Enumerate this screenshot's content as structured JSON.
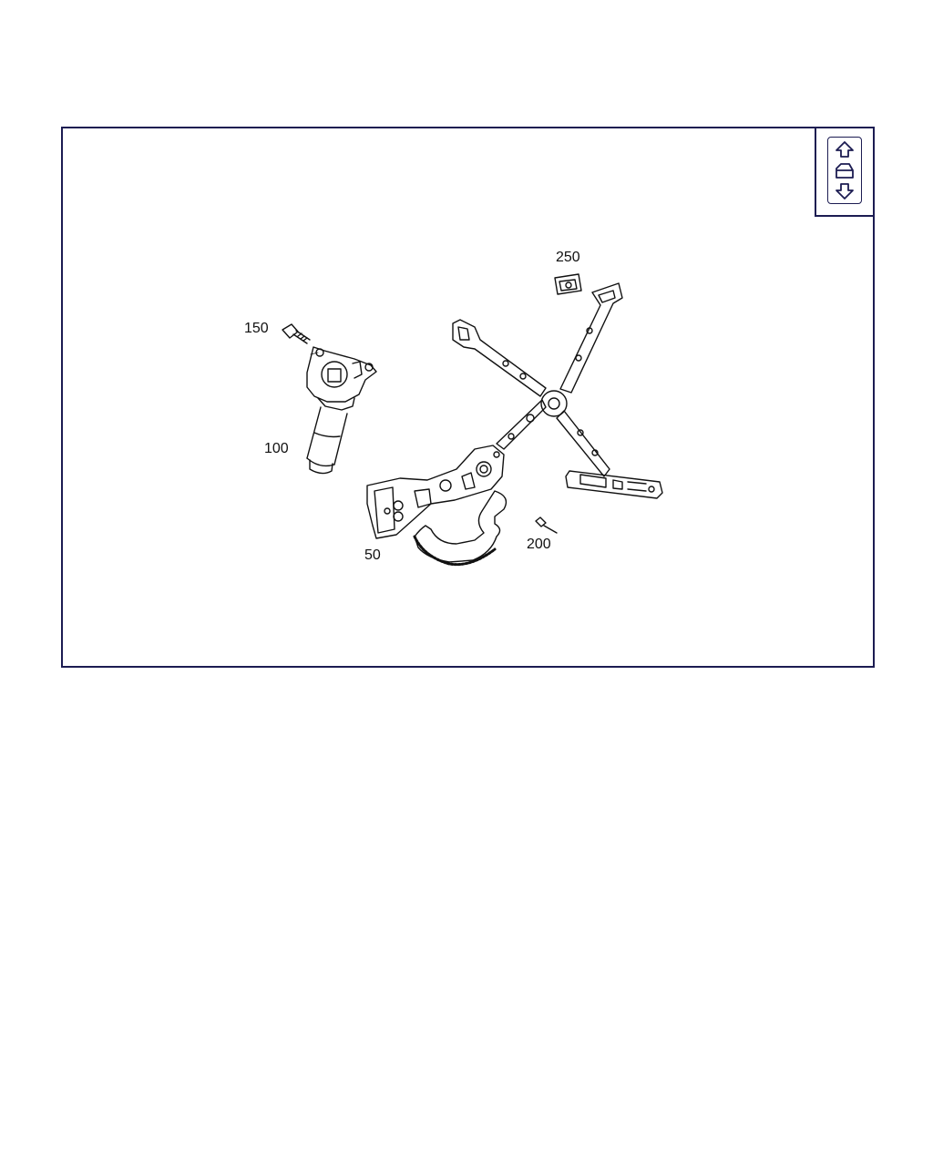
{
  "diagram": {
    "callouts": {
      "c50": "50",
      "c100": "100",
      "c150": "150",
      "c200": "200",
      "c250": "250"
    }
  },
  "navigation": {
    "up_icon": "arrow-up-icon",
    "door_icon": "door-icon",
    "down_icon": "arrow-down-icon"
  },
  "colors": {
    "frame": "#1c1c52",
    "line": "#111111"
  }
}
